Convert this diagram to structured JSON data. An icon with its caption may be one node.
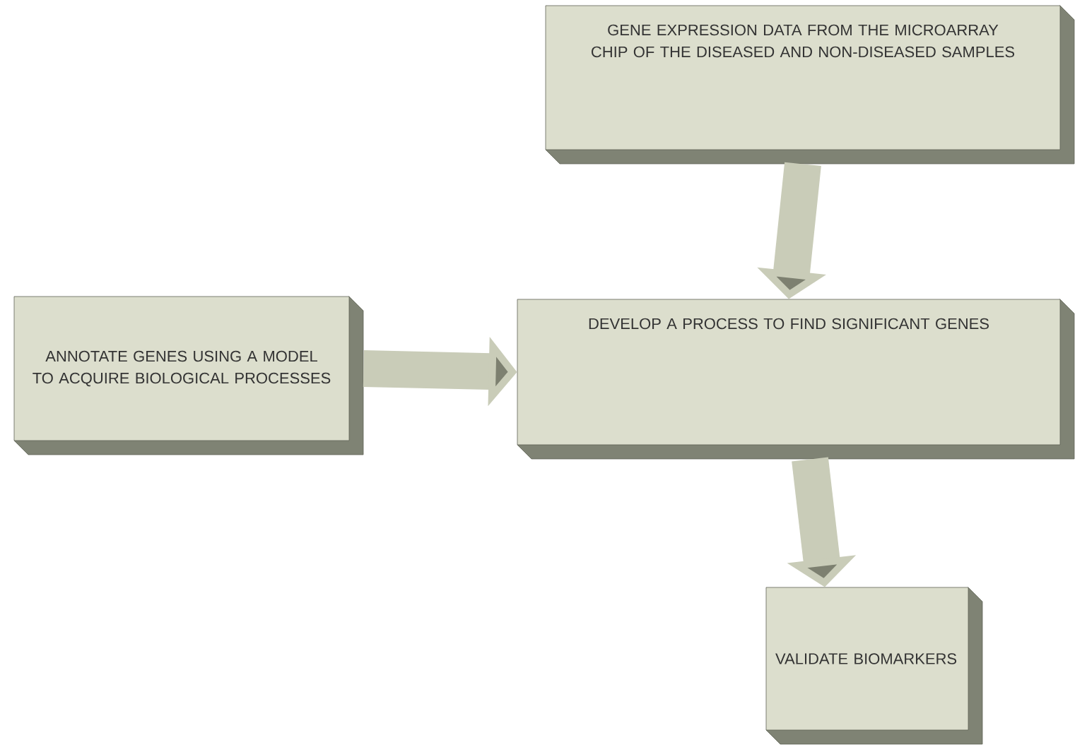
{
  "diagram": {
    "nodes": [
      {
        "text": [
          "GENE EXPRESSION DATA FROM THE MICROARRAY CHIP OF THE DISEASED AND NON-DISEASED SAMPLES"
        ]
      },
      {
        "text": [
          "ANNOTATE GENES USING A MODEL TO ACQUIRE BIOLOGICAL PROCESSES"
        ]
      },
      {
        "text": [
          "DEVELOP A PROCESS TO FIND SIGNIFICANT GENES"
        ]
      },
      {
        "text": [
          "VALIDATE BIOMARKERS"
        ]
      }
    ],
    "edges": [
      {
        "from": 0,
        "to": 2,
        "arrow": "to"
      },
      {
        "from": 1,
        "to": 2,
        "arrow": "to"
      },
      {
        "from": 2,
        "to": 3,
        "arrow": "to"
      }
    ]
  }
}
